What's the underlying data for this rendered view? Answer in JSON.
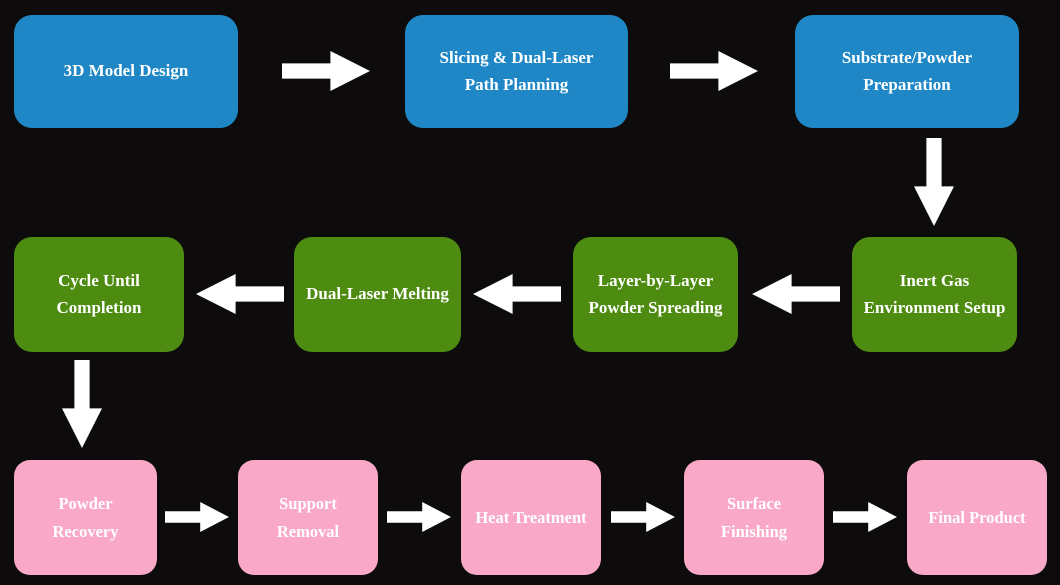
{
  "colors": {
    "background": "#0d0b0b",
    "blue": "#1f87c5",
    "green": "#4d8c10",
    "pink": "#f9a9c7",
    "arrow": "#ffffff",
    "text": "#ffffff"
  },
  "flow": {
    "row1": {
      "nodes": [
        {
          "label": "3D Model Design"
        },
        {
          "label": "Slicing & Dual-Laser\nPath Planning"
        },
        {
          "label": "Substrate/Powder\nPreparation"
        }
      ]
    },
    "row2": {
      "nodes": [
        {
          "label": "Cycle Until\nCompletion"
        },
        {
          "label": "Dual-Laser Melting"
        },
        {
          "label": "Layer-by-Layer\nPowder Spreading"
        },
        {
          "label": "Inert Gas\nEnvironment Setup"
        }
      ]
    },
    "row3": {
      "nodes": [
        {
          "label": "Powder\nRecovery"
        },
        {
          "label": "Support\nRemoval"
        },
        {
          "label": "Heat Treatment"
        },
        {
          "label": "Surface\nFinishing"
        },
        {
          "label": "Final Product"
        }
      ]
    }
  }
}
